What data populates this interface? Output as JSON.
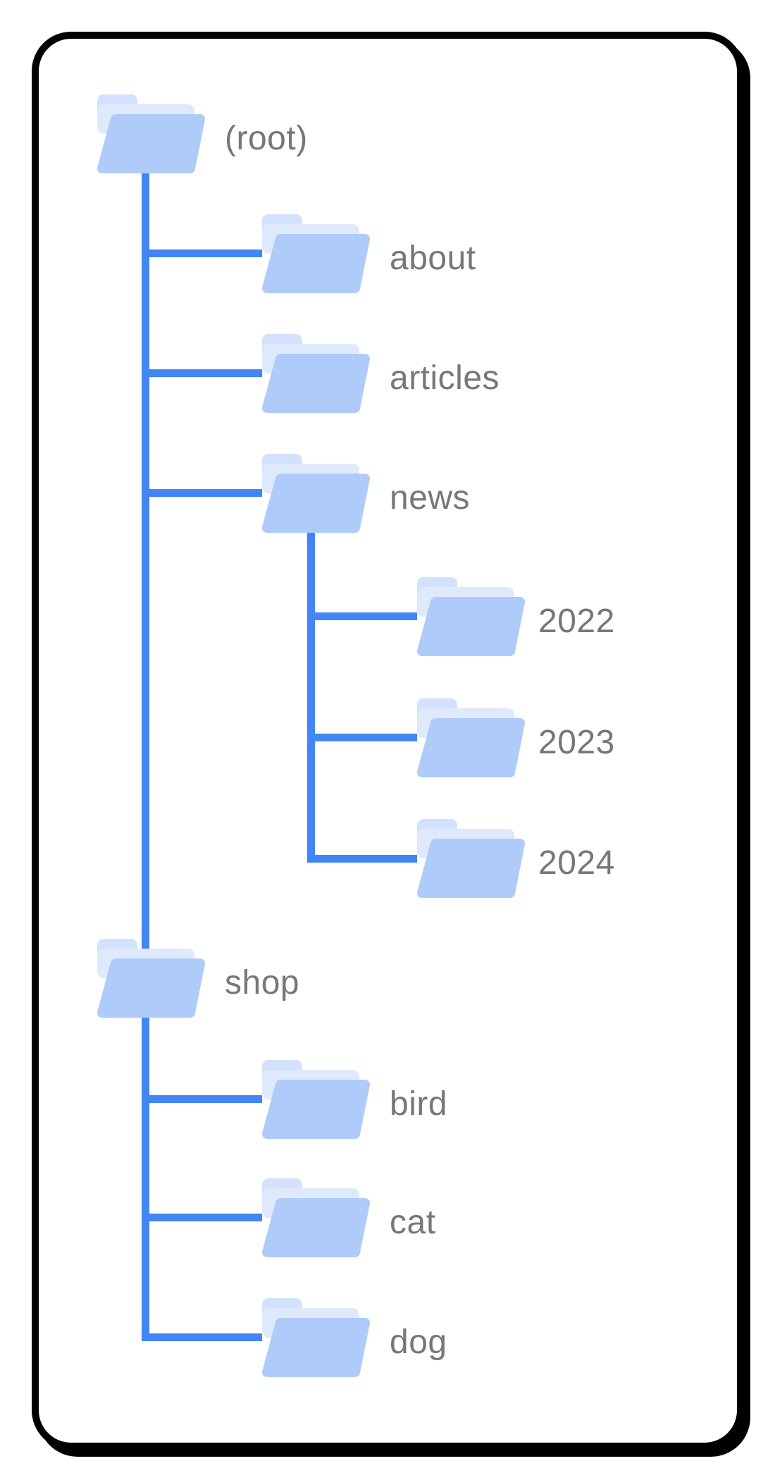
{
  "colors": {
    "connector_blue": "#4285F4",
    "folder_front": "#AECBFA",
    "folder_back_tab": "#D3E2FC",
    "folder_back_flap": "#DEE9FC",
    "label_gray": "#757779",
    "card_border": "#000000",
    "background": "#FFFFFF"
  },
  "tree": {
    "nodes": [
      {
        "id": "root",
        "label": "(root)",
        "depth": 0,
        "parent": null,
        "children": [
          "about",
          "articles",
          "news",
          "shop"
        ]
      },
      {
        "id": "about",
        "label": "about",
        "depth": 1,
        "parent": "root",
        "children": []
      },
      {
        "id": "articles",
        "label": "articles",
        "depth": 1,
        "parent": "root",
        "children": []
      },
      {
        "id": "news",
        "label": "news",
        "depth": 1,
        "parent": "root",
        "children": [
          "2022",
          "2023",
          "2024"
        ]
      },
      {
        "id": "2022",
        "label": "2022",
        "depth": 2,
        "parent": "news",
        "children": []
      },
      {
        "id": "2023",
        "label": "2023",
        "depth": 2,
        "parent": "news",
        "children": []
      },
      {
        "id": "2024",
        "label": "2024",
        "depth": 2,
        "parent": "news",
        "children": []
      },
      {
        "id": "shop",
        "label": "shop",
        "depth": 1,
        "parent": "root",
        "children": [
          "bird",
          "cat",
          "dog"
        ]
      },
      {
        "id": "bird",
        "label": "bird",
        "depth": 2,
        "parent": "shop",
        "children": []
      },
      {
        "id": "cat",
        "label": "cat",
        "depth": 2,
        "parent": "shop",
        "children": []
      },
      {
        "id": "dog",
        "label": "dog",
        "depth": 2,
        "parent": "shop",
        "children": []
      }
    ]
  }
}
